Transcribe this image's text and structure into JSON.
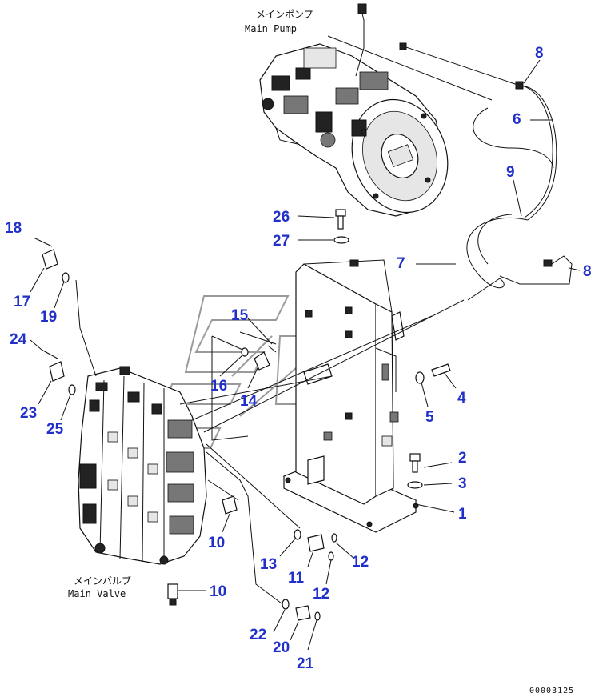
{
  "captions": {
    "pump_jp": "メインポンプ",
    "pump_en": "Main Pump",
    "valve_jp": "メインバルブ",
    "valve_en": "Main Valve"
  },
  "doc_number": "00003125",
  "callouts": [
    {
      "id": "c1",
      "label": "1"
    },
    {
      "id": "c2",
      "label": "2"
    },
    {
      "id": "c3",
      "label": "3"
    },
    {
      "id": "c4",
      "label": "4"
    },
    {
      "id": "c5",
      "label": "5"
    },
    {
      "id": "c6",
      "label": "6"
    },
    {
      "id": "c7",
      "label": "7"
    },
    {
      "id": "c8a",
      "label": "8"
    },
    {
      "id": "c8b",
      "label": "8"
    },
    {
      "id": "c9",
      "label": "9"
    },
    {
      "id": "c10a",
      "label": "10"
    },
    {
      "id": "c10b",
      "label": "10"
    },
    {
      "id": "c11",
      "label": "11"
    },
    {
      "id": "c12a",
      "label": "12"
    },
    {
      "id": "c12b",
      "label": "12"
    },
    {
      "id": "c13",
      "label": "13"
    },
    {
      "id": "c14",
      "label": "14"
    },
    {
      "id": "c15",
      "label": "15"
    },
    {
      "id": "c16",
      "label": "16"
    },
    {
      "id": "c17",
      "label": "17"
    },
    {
      "id": "c18",
      "label": "18"
    },
    {
      "id": "c19",
      "label": "19"
    },
    {
      "id": "c20",
      "label": "20"
    },
    {
      "id": "c21",
      "label": "21"
    },
    {
      "id": "c22",
      "label": "22"
    },
    {
      "id": "c23",
      "label": "23"
    },
    {
      "id": "c24",
      "label": "24"
    },
    {
      "id": "c25",
      "label": "25"
    },
    {
      "id": "c26",
      "label": "26"
    },
    {
      "id": "c27",
      "label": "27"
    }
  ]
}
